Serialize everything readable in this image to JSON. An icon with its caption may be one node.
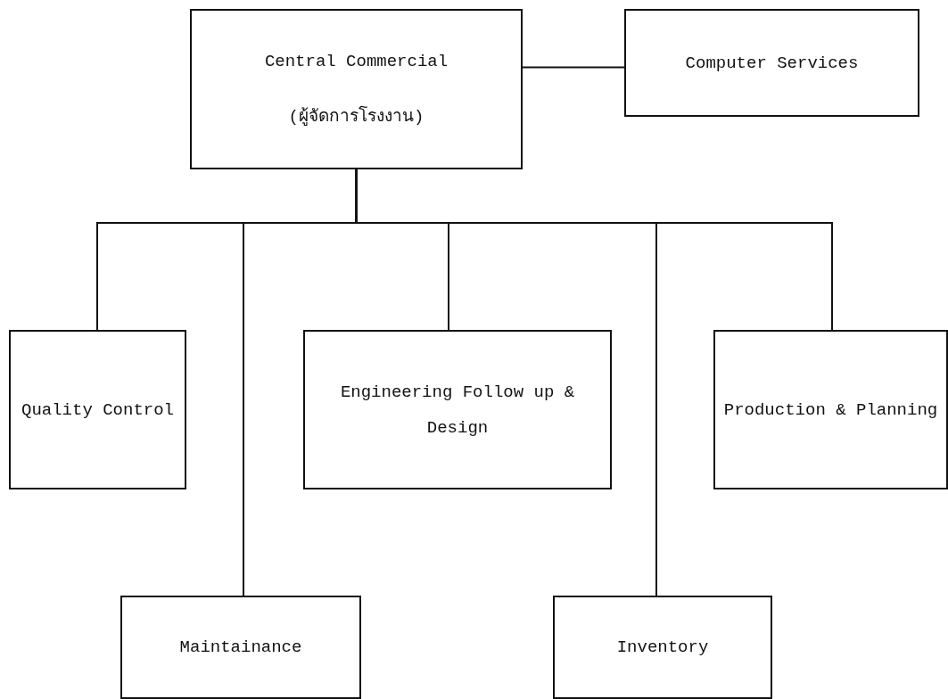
{
  "diagram": {
    "nodes": [
      {
        "text": [
          "Central Commercial",
          "(ผู้จัดการโรงงาน)"
        ]
      },
      {
        "text": [
          "Computer Services"
        ]
      },
      {
        "text": [
          "Quality Control"
        ]
      },
      {
        "text": [
          "Engineering Follow up & Design"
        ]
      },
      {
        "text": [
          "Production & Planning"
        ]
      },
      {
        "text": [
          "Maintainance"
        ]
      },
      {
        "text": [
          "Inventory"
        ]
      }
    ],
    "edges": [
      {
        "from": 0,
        "to": 1,
        "arrow": "none"
      },
      {
        "from": 0,
        "to": 2,
        "arrow": "none"
      },
      {
        "from": 0,
        "to": 5,
        "arrow": "none"
      },
      {
        "from": 0,
        "to": 3,
        "arrow": "none"
      },
      {
        "from": 0,
        "to": 6,
        "arrow": "none"
      },
      {
        "from": 0,
        "to": 4,
        "arrow": "none"
      }
    ]
  }
}
